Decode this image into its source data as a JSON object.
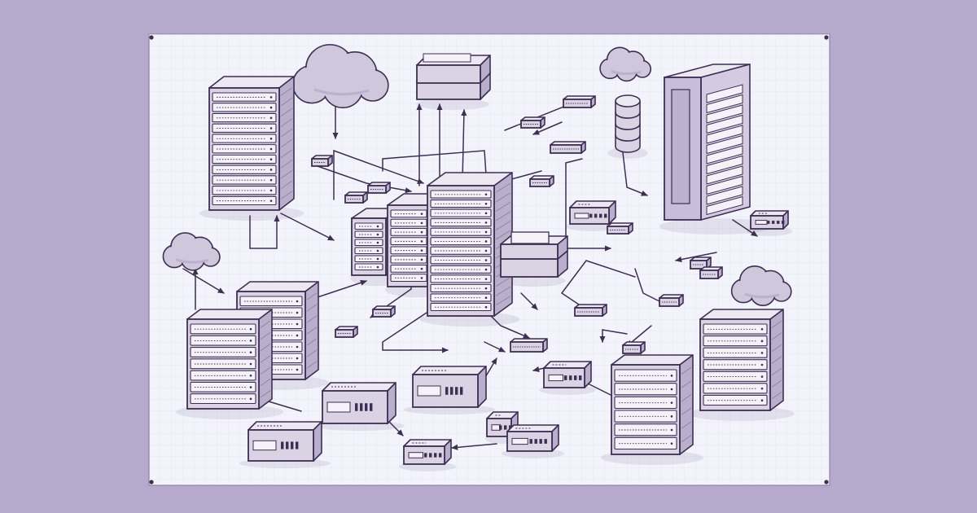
{
  "colors": {
    "background": "#b7a9cc",
    "sheet": "#f3f4fb",
    "grid": "#e2e4f1",
    "ink": "#3e2f52",
    "rack_front": "#d9d3e4",
    "rack_side": "#b9aecb",
    "rack_top": "#ece8f2",
    "slot": "#f4f1f8",
    "tall_rack_front": "#c8bddb",
    "cloud": "#cfc8dc",
    "cloud_shade": "#b1a6c4"
  },
  "diagram": {
    "style": "hand-drawn isometric network infrastructure sketch",
    "nodes": [
      {
        "kind": "server-rack",
        "name": "rack-top-left",
        "units": 11
      },
      {
        "kind": "server-rack",
        "name": "rack-central-left",
        "units": 6
      },
      {
        "kind": "server-rack",
        "name": "rack-central-mid",
        "units": 8
      },
      {
        "kind": "server-rack",
        "name": "rack-central-tall",
        "units": 13
      },
      {
        "kind": "server-rack",
        "name": "rack-left-back",
        "units": 7
      },
      {
        "kind": "server-rack",
        "name": "rack-left-front",
        "units": 7
      },
      {
        "kind": "server-rack",
        "name": "rack-bottom-center",
        "units": 6
      },
      {
        "kind": "server-rack",
        "name": "rack-right",
        "units": 7
      },
      {
        "kind": "storage-cabinet",
        "name": "tall-cabinet-right",
        "units": 12
      },
      {
        "kind": "database",
        "name": "database-cylinder",
        "units": 4
      },
      {
        "kind": "server-unit",
        "name": "top-server-stack",
        "units": 2
      },
      {
        "kind": "server-unit",
        "name": "open-appliance",
        "units": 2
      },
      {
        "kind": "network-device",
        "name": "appliance-bottom-left",
        "units": 1
      },
      {
        "kind": "network-device",
        "name": "appliance-bottom-mid",
        "units": 1
      },
      {
        "kind": "network-device",
        "name": "appliance-center",
        "units": 1
      },
      {
        "kind": "network-device",
        "name": "box-bottom-1",
        "units": 1
      },
      {
        "kind": "network-device",
        "name": "box-bottom-2",
        "units": 1
      },
      {
        "kind": "network-device",
        "name": "box-bottom-3",
        "units": 1
      },
      {
        "kind": "network-device",
        "name": "hub-center",
        "units": 1
      },
      {
        "kind": "network-device",
        "name": "switch-right",
        "units": 1
      },
      {
        "kind": "network-device",
        "name": "modem-right",
        "units": 1
      },
      {
        "kind": "cloud",
        "name": "cloud-top-left"
      },
      {
        "kind": "cloud",
        "name": "cloud-top-right"
      },
      {
        "kind": "cloud",
        "name": "cloud-left"
      },
      {
        "kind": "cloud",
        "name": "cloud-right"
      }
    ],
    "small_module_count": 16,
    "connector_count": 24
  }
}
